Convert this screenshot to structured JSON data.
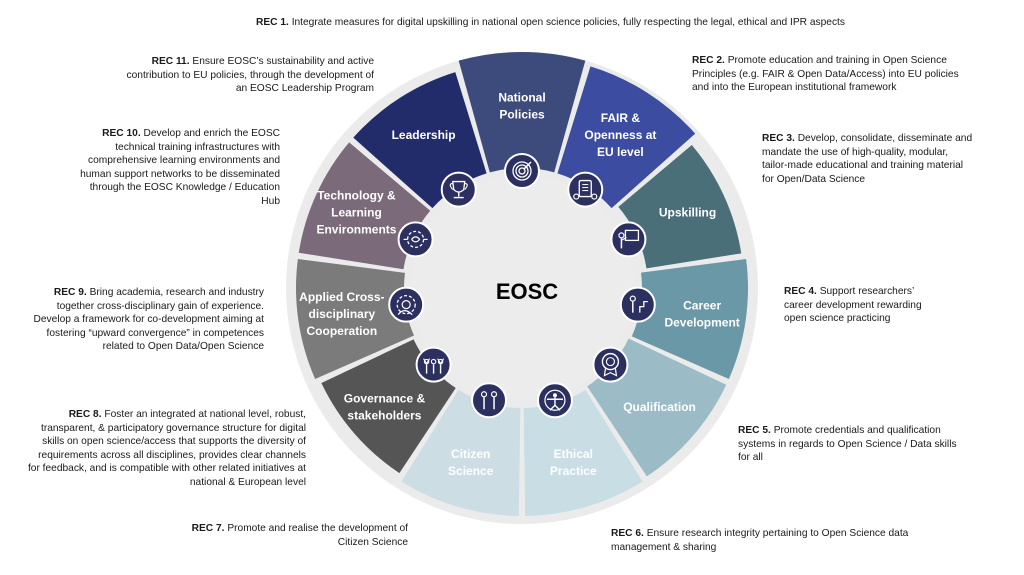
{
  "center": {
    "label": "EOSC",
    "color": "#2b3060"
  },
  "segments": [
    {
      "id": "national-policies",
      "lines": [
        "National",
        "Policies"
      ],
      "color": "#3d4a7c",
      "icon": "target-icon"
    },
    {
      "id": "fair-openness",
      "lines": [
        "FAIR &",
        "Openness at",
        "EU level"
      ],
      "color": "#3c4da1",
      "icon": "document-people-icon"
    },
    {
      "id": "upskilling",
      "lines": [
        "Upskilling"
      ],
      "color": "#4b6f78",
      "icon": "presentation-icon"
    },
    {
      "id": "career-development",
      "lines": [
        "Career",
        "Development"
      ],
      "color": "#6b98a6",
      "icon": "career-growth-icon"
    },
    {
      "id": "qualification",
      "lines": [
        "Qualification"
      ],
      "color": "#9bbcc6",
      "icon": "medal-icon"
    },
    {
      "id": "ethical-practice",
      "lines": [
        "Ethical",
        "Practice"
      ],
      "color": "#c8dde4",
      "icon": "vitruvian-icon"
    },
    {
      "id": "citizen-science",
      "lines": [
        "Citizen",
        "Science"
      ],
      "color": "#ccdde4",
      "icon": "people-icon"
    },
    {
      "id": "governance",
      "lines": [
        "Governance &",
        "stakeholders"
      ],
      "color": "#555555",
      "icon": "group-cheer-icon"
    },
    {
      "id": "applied-cooperation",
      "lines": [
        "Applied Cross-",
        "disciplinary",
        "Cooperation"
      ],
      "color": "#7b7b7b",
      "icon": "gear-head-icon"
    },
    {
      "id": "technology-learning",
      "lines": [
        "Technology &",
        "Learning",
        "Environments"
      ],
      "color": "#7a6a7a",
      "icon": "gear-brain-icon"
    },
    {
      "id": "leadership",
      "lines": [
        "Leadership"
      ],
      "color": "#232c6a",
      "icon": "trophy-icon"
    }
  ],
  "recs": [
    {
      "num": "REC 1.",
      "text": "Integrate measures for digital upskilling in national open science policies, fully respecting the legal, ethical and IPR aspects"
    },
    {
      "num": "REC 2.",
      "text": "Promote education and training in Open Science Principles (e.g. FAIR & Open Data/Access) into EU policies and into the European institutional framework"
    },
    {
      "num": "REC 3.",
      "text": "Develop, consolidate, disseminate and mandate the use of high-quality, modular, tailor-made educational and training material for Open/Data Science"
    },
    {
      "num": "REC 4.",
      "text": "Support researchers’ career development rewarding open science practicing"
    },
    {
      "num": "REC 5.",
      "text": "Promote credentials and qualification systems in regards to Open Science / Data skills for all"
    },
    {
      "num": "REC 6.",
      "text": "Ensure research integrity pertaining to Open Science data management & sharing"
    },
    {
      "num": "REC 7.",
      "text": "Promote and realise the development of Citizen Science"
    },
    {
      "num": "REC 8.",
      "text": "Foster an integrated at national level, robust, transparent, & participatory governance structure for digital skills on open science/access that supports the diversity of requirements across all disciplines, provides clear channels for feedback, and is compatible with other related initiatives at national & European level"
    },
    {
      "num": "REC 9.",
      "text": "Bring academia, research and industry together cross-disciplinary gain of experience. Develop a framework for co-development aiming at fostering “upward convergence” in competences related to Open Data/Open Science"
    },
    {
      "num": "REC 10.",
      "text": "Develop and enrich the EOSC technical training infrastructures with comprehensive learning environments and human support networks to be disseminated through the EOSC Knowledge / Education Hub"
    },
    {
      "num": "REC 11.",
      "text": "Ensure EOSC’s sustainability and active contribution to EU policies, through the development of an EOSC Leadership Program"
    }
  ]
}
